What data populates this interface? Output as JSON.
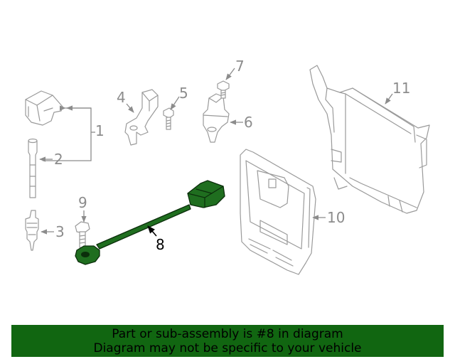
{
  "callouts": {
    "c1": "1",
    "c2": "2",
    "c3": "3",
    "c4": "4",
    "c5": "5",
    "c6": "6",
    "c7": "7",
    "c8": "8",
    "c9": "9",
    "c10": "10",
    "c11": "11"
  },
  "banner": {
    "line1": "Part or sub-assembly is #8 in diagram",
    "line2": "Diagram may not be specific to your vehicle"
  },
  "colors": {
    "highlight_part": "#1f6e1f",
    "banner_background": "#116611",
    "part_outline": "#9a9a9a"
  }
}
